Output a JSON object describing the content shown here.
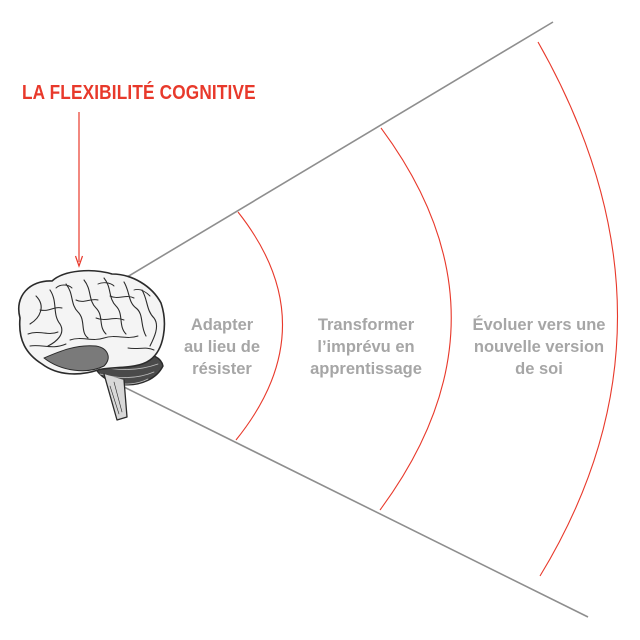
{
  "title": "LA FLEXIBILITÉ COGNITIVE",
  "zones": [
    {
      "lines": [
        "Adapter",
        "au lieu de",
        "résister"
      ]
    },
    {
      "lines": [
        "Transformer",
        "l’imprévu en",
        "apprentissage"
      ]
    },
    {
      "lines": [
        "Évoluer vers une",
        "nouvelle version",
        "de soi"
      ]
    }
  ],
  "icons": {
    "brain": "brain-illustration-icon",
    "arrow": "arrow-down-icon"
  },
  "colors": {
    "accent": "#e8392b",
    "ray": "#8e8e8e",
    "text_gray": "#a6a6a6",
    "brain_ink": "#2b2b2b"
  }
}
